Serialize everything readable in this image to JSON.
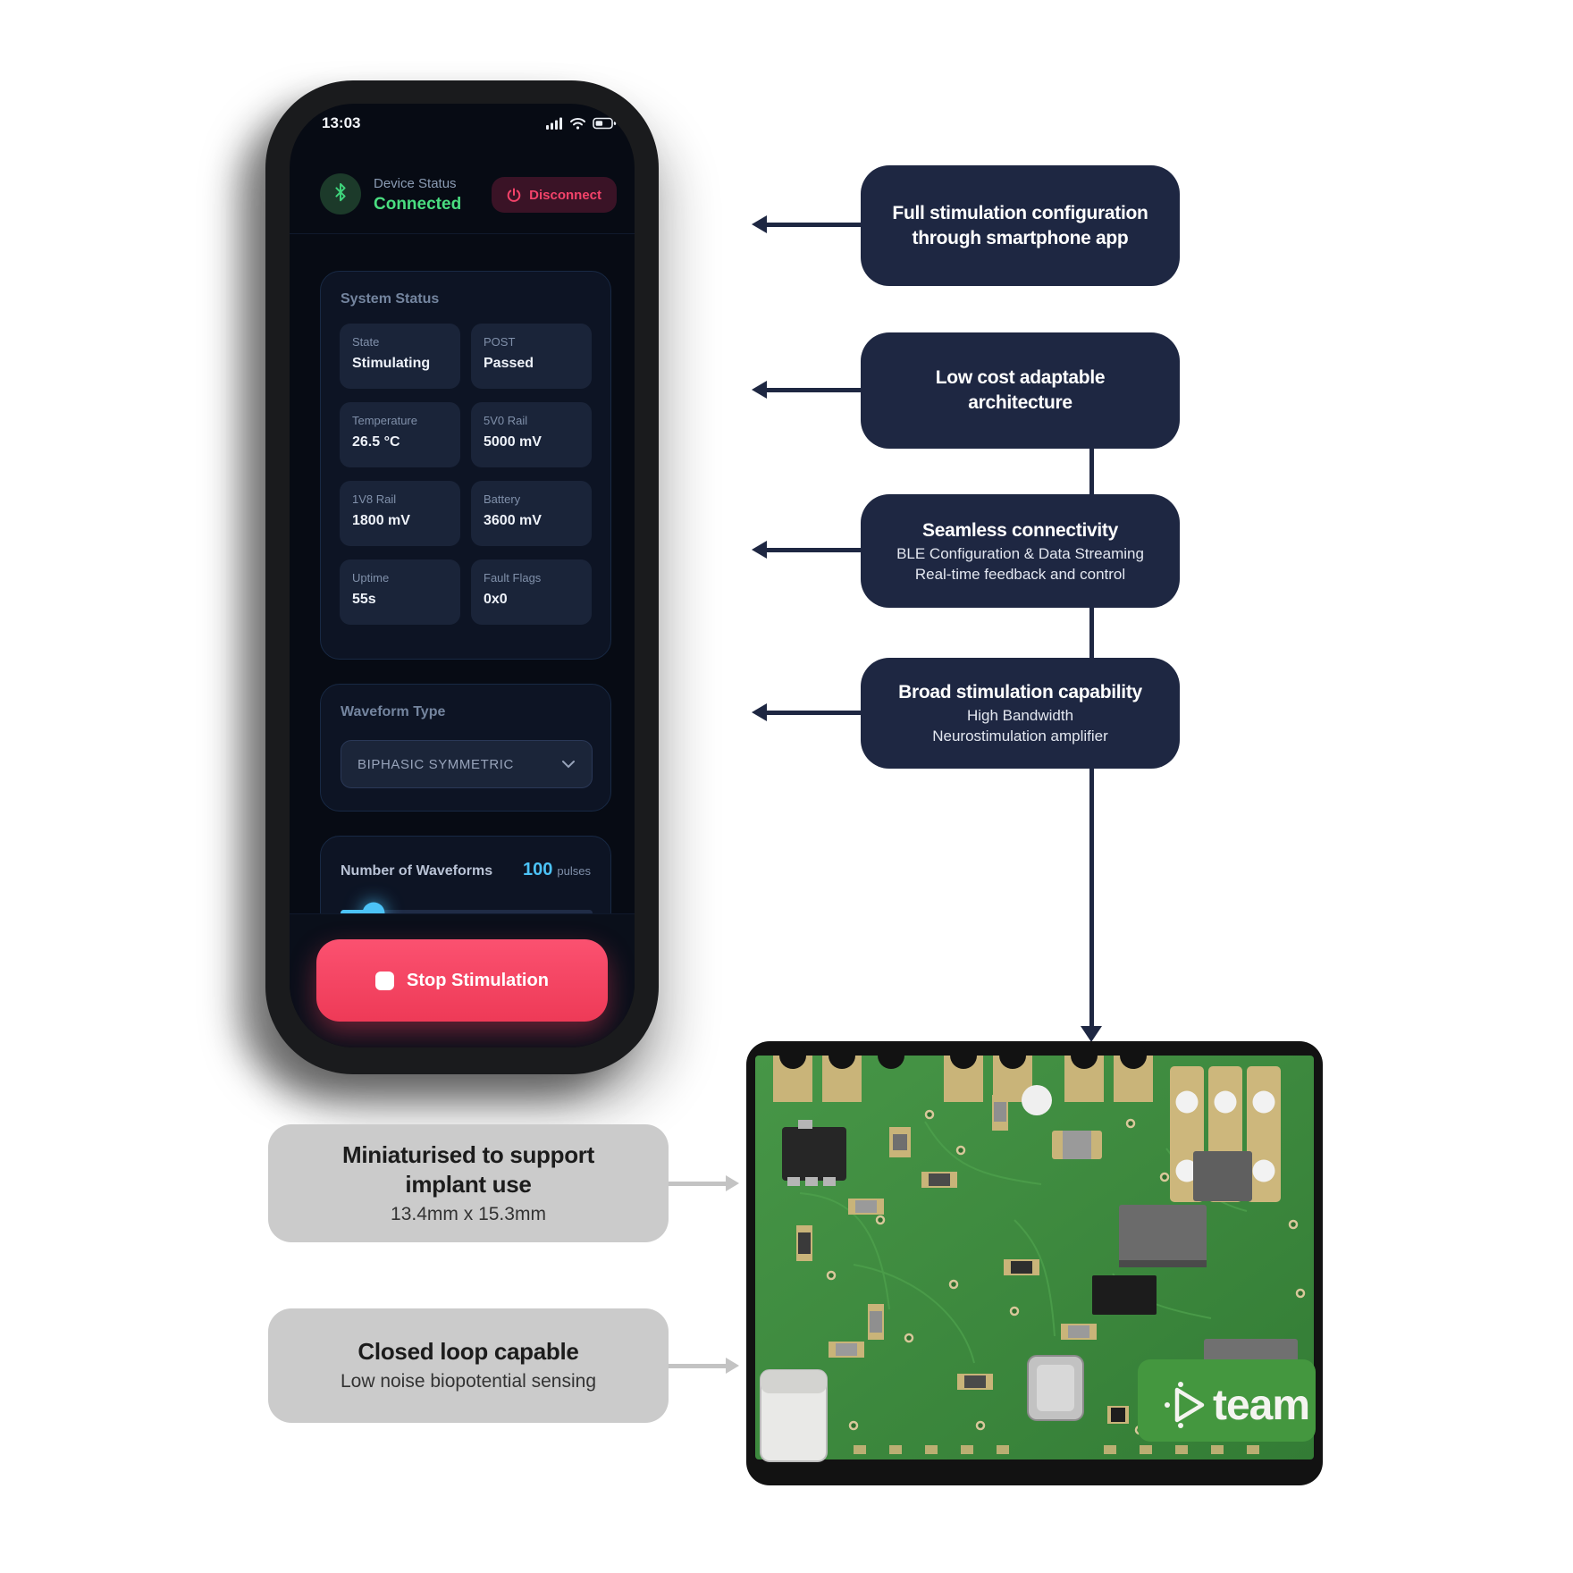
{
  "colors": {
    "accent_green": "#4ade80",
    "accent_red": "#f43f5e",
    "accent_cyan": "#4cc3f7",
    "callout_navy": "#1e2742",
    "callout_gray": "#cbcbcb",
    "stop_pink": "#f43e5c",
    "pcb_green": "#3f8f3f",
    "screen_bg": "#070b14"
  },
  "phone": {
    "status_bar": {
      "time": "13:03"
    },
    "header": {
      "title": "Device Status",
      "connection_status": "Connected",
      "disconnect_label": "Disconnect"
    },
    "system_status": {
      "title": "System Status",
      "tiles": [
        {
          "label": "State",
          "value": "Stimulating"
        },
        {
          "label": "POST",
          "value": "Passed"
        },
        {
          "label": "Temperature",
          "value": "26.5 °C"
        },
        {
          "label": "5V0 Rail",
          "value": "5000 mV"
        },
        {
          "label": "1V8 Rail",
          "value": "1800 mV"
        },
        {
          "label": "Battery",
          "value": "3600 mV"
        },
        {
          "label": "Uptime",
          "value": "55s"
        },
        {
          "label": "Fault Flags",
          "value": "0x0"
        }
      ]
    },
    "waveform_type": {
      "title": "Waveform Type",
      "selected": "BIPHASIC SYMMETRIC"
    },
    "waveform_count": {
      "title": "Number of Waveforms",
      "value": "100",
      "unit": "pulses"
    },
    "stop_button_label": "Stop Stimulation"
  },
  "callouts_right": [
    {
      "title_lines": [
        "Full stimulation configuration",
        "through smartphone app"
      ],
      "sub_lines": []
    },
    {
      "title_lines": [
        "Low cost adaptable",
        "architecture"
      ],
      "sub_lines": []
    },
    {
      "title_lines": [
        "Seamless connectivity"
      ],
      "sub_lines": [
        "BLE Configuration & Data Streaming",
        "Real-time feedback and control"
      ]
    },
    {
      "title_lines": [
        "Broad stimulation capability"
      ],
      "sub_lines": [
        "High Bandwidth",
        "Neurostimulation amplifier"
      ]
    }
  ],
  "callouts_left": [
    {
      "title_lines": [
        "Miniaturised to support",
        "implant use"
      ],
      "sub_lines": [
        "13.4mm x 15.3mm"
      ]
    },
    {
      "title_lines": [
        "Closed loop capable"
      ],
      "sub_lines": [
        "Low noise biopotential sensing"
      ]
    }
  ],
  "pcb": {
    "logo_text": "team"
  }
}
